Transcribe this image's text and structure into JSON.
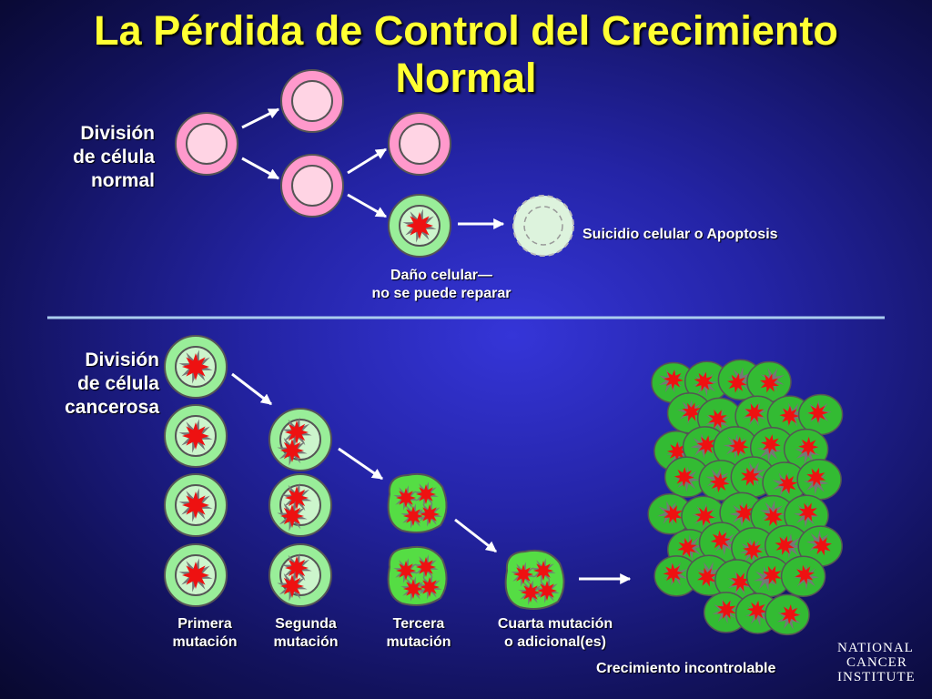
{
  "title_line1": "La Pérdida de Control del Crecimiento",
  "title_line2": "Normal",
  "normal": {
    "label_line1": "División",
    "label_line2": "de célula",
    "label_line3": "normal",
    "apoptosis_label": "Suicidio celular o Apoptosis",
    "damage_line1": "Daño celular—",
    "damage_line2": "no se puede reparar"
  },
  "cancer": {
    "label_line1": "División",
    "label_line2": "de célula",
    "label_line3": "cancerosa",
    "stages": [
      {
        "line1": "Primera",
        "line2": "mutación"
      },
      {
        "line1": "Segunda",
        "line2": "mutación"
      },
      {
        "line1": "Tercera",
        "line2": "mutación"
      },
      {
        "line1": "Cuarta mutación",
        "line2": "o adicional(es)"
      }
    ],
    "mass_label": "Crecimiento incontrolable"
  },
  "logo": {
    "line1": "NATIONAL",
    "line2": "CANCER",
    "line3": "INSTITUTE"
  },
  "colors": {
    "title": "#ffff33",
    "normal_cell": "#ff99cc",
    "damaged_cell": "#99ee99",
    "mutation_star": "#ee1111",
    "cancer_cell": "#33bb33",
    "divider": "#aaccee"
  }
}
